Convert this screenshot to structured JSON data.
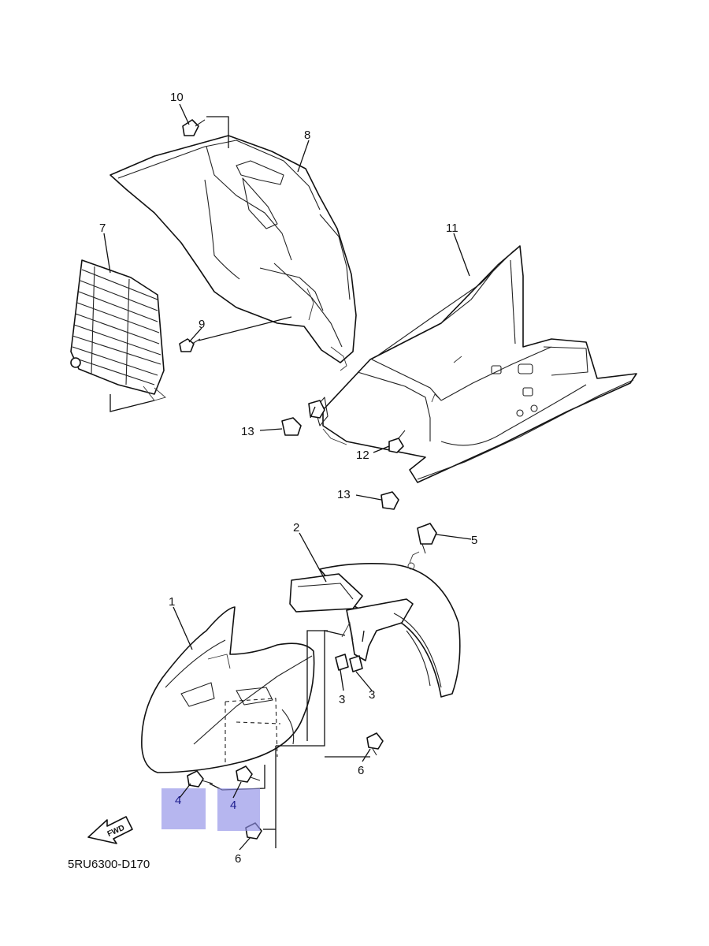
{
  "diagram": {
    "callouts": {
      "p1": "1",
      "p2": "2",
      "p3a": "3",
      "p3b": "3",
      "p4a": "4",
      "p4b": "4",
      "p5": "5",
      "p6a": "6",
      "p6b": "6",
      "p7": "7",
      "p8": "8",
      "p9": "9",
      "p10": "10",
      "p11": "11",
      "p12": "12",
      "p13a": "13",
      "p13b": "13"
    },
    "drawing_code": "5RU6300-D170",
    "direction_arrow_label": "FWD",
    "highlight_color": "#8f8fe6"
  }
}
